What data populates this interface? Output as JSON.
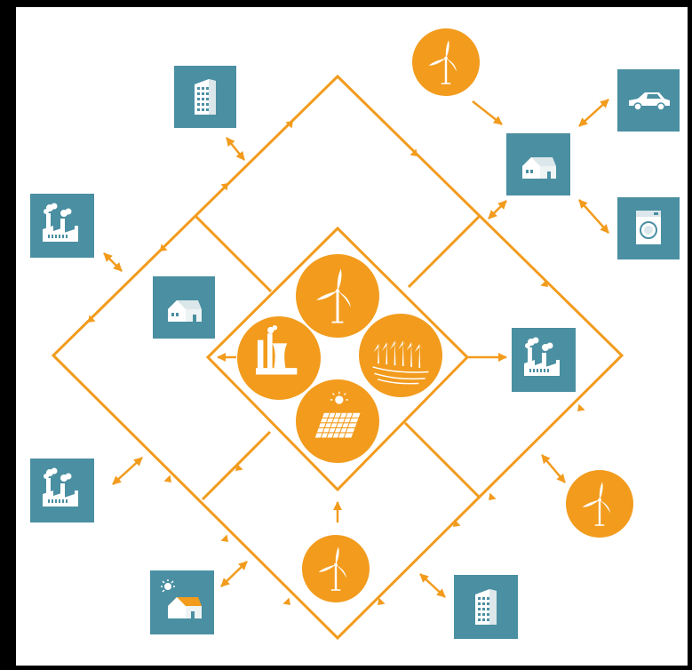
{
  "colors": {
    "orange": "#F29B1D",
    "teal": "#4A8FA2",
    "white": "#FFFFFF",
    "border": "#000000"
  },
  "nodes": [
    {
      "name": "office-building-top-icon",
      "icon": "office-building",
      "style": "square"
    },
    {
      "name": "wind-turbine-top-right-icon",
      "icon": "wind-turbine",
      "style": "circle"
    },
    {
      "name": "car-icon",
      "icon": "car",
      "style": "square"
    },
    {
      "name": "house-top-right-icon",
      "icon": "house",
      "style": "square"
    },
    {
      "name": "washing-machine-icon",
      "icon": "washing-machine",
      "style": "square"
    },
    {
      "name": "factory-left-top-icon",
      "icon": "factory",
      "style": "square"
    },
    {
      "name": "house-left-icon",
      "icon": "house",
      "style": "square"
    },
    {
      "name": "factory-right-icon",
      "icon": "factory",
      "style": "square"
    },
    {
      "name": "factory-left-bottom-icon",
      "icon": "factory",
      "style": "square"
    },
    {
      "name": "wind-turbine-right-bottom-icon",
      "icon": "wind-turbine",
      "style": "circle"
    },
    {
      "name": "wind-turbine-bottom-icon",
      "icon": "wind-turbine",
      "style": "circle"
    },
    {
      "name": "solar-house-icon",
      "icon": "solar-house",
      "style": "square"
    },
    {
      "name": "office-building-bottom-icon",
      "icon": "office-building",
      "style": "square"
    },
    {
      "name": "central-wind-turbine-icon",
      "icon": "wind-turbine",
      "style": "circle"
    },
    {
      "name": "central-power-plant-icon",
      "icon": "power-plant",
      "style": "circle"
    },
    {
      "name": "central-offshore-wind-icon",
      "icon": "offshore-wind-farm",
      "style": "circle"
    },
    {
      "name": "central-solar-panel-icon",
      "icon": "solar-panel",
      "style": "circle"
    }
  ]
}
